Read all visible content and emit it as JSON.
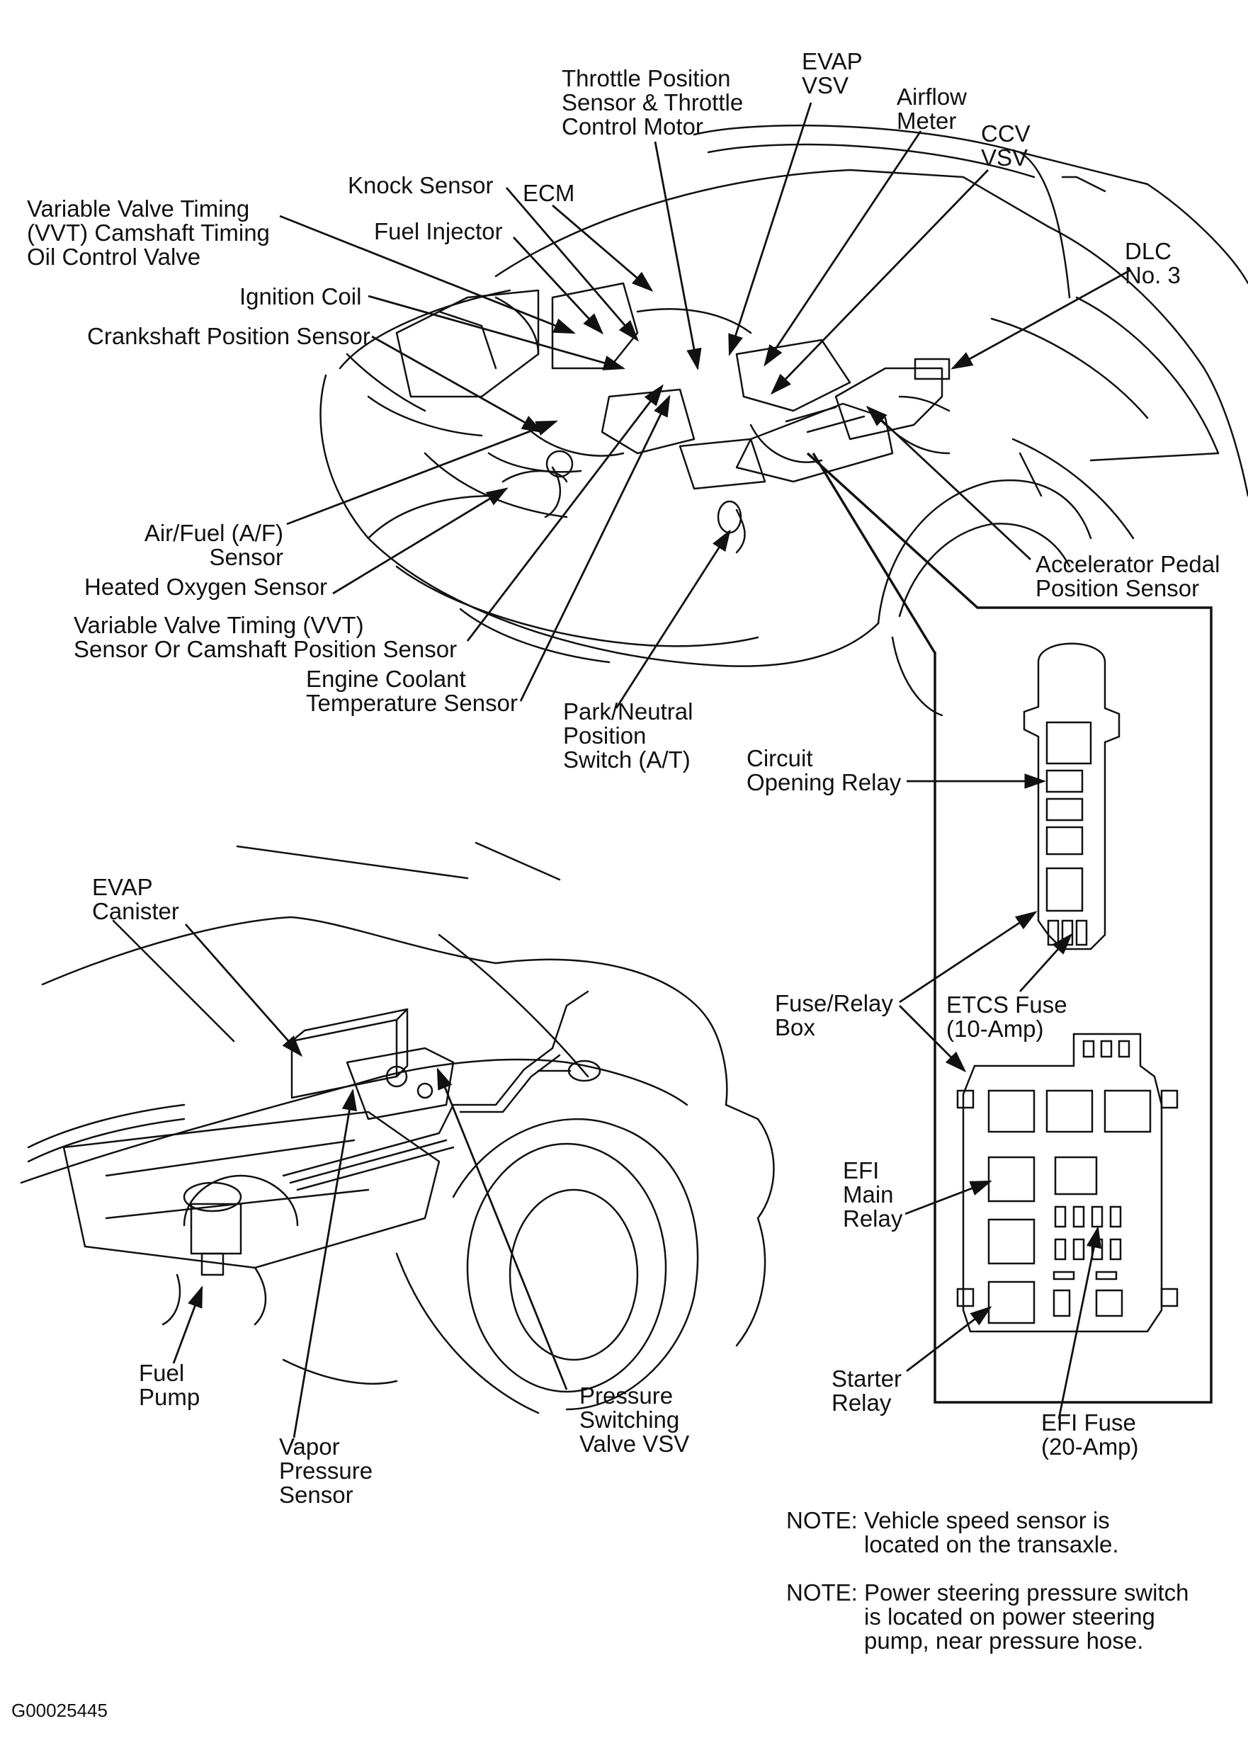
{
  "labels": {
    "evap_vsv": "EVAP\nVSV",
    "tps": "Throttle Position\nSensor & Throttle\nControl Motor",
    "airflow": "Airflow\nMeter",
    "ccv_vsv": "CCV\nVSV",
    "knock": "Knock Sensor",
    "ecm": "ECM",
    "vvt_ocv": "Variable Valve Timing\n(VVT) Camshaft Timing\nOil Control Valve",
    "fuel_injector": "Fuel Injector",
    "dlc3": "DLC\nNo. 3",
    "ignition_coil": "Ignition Coil",
    "ckp": "Crankshaft Position Sensor",
    "af_sensor": "Air/Fuel (A/F)\nSensor",
    "ho2s": "Heated Oxygen Sensor",
    "vvt_sensor": "Variable Valve Timing (VVT)\nSensor Or Camshaft Position Sensor",
    "ect": "Engine Coolant\nTemperature Sensor",
    "pnp": "Park/Neutral\nPosition\nSwitch (A/T)",
    "app": "Accelerator Pedal\nPosition Sensor",
    "circuit_opening_relay": "Circuit\nOpening Relay",
    "evap_canister": "EVAP\nCanister",
    "fuse_relay_box": "Fuse/Relay\nBox",
    "etcs_fuse": "ETCS Fuse\n(10-Amp)",
    "efi_main_relay": "EFI\nMain\nRelay",
    "starter_relay": "Starter\nRelay",
    "efi_fuse": "EFI Fuse\n(20-Amp)",
    "fuel_pump": "Fuel\nPump",
    "vapor_pressure": "Vapor\nPressure\nSensor",
    "psv_vsv": "Pressure\nSwitching\nValve VSV"
  },
  "notes": [
    {
      "key": "NOTE:",
      "text": "Vehicle speed sensor is\nlocated on the transaxle."
    },
    {
      "key": "NOTE:",
      "text": "Power steering pressure switch\nis located on power steering\npump, near pressure hose."
    }
  ],
  "figure_code": "G00025445"
}
